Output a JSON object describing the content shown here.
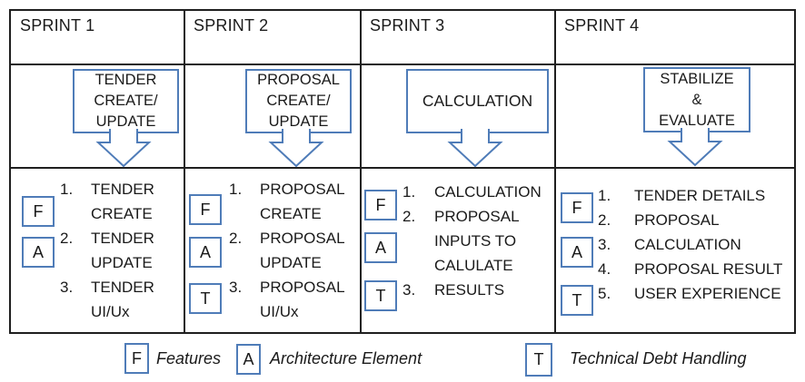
{
  "colors": {
    "accent_blue": "#4f7cb8",
    "line_black": "#1f1f1f"
  },
  "sprints": [
    {
      "title": "SPRINT 1",
      "callout": "TENDER\nCREATE/\nUPDATE",
      "badges": [
        "F",
        "A"
      ],
      "items": [
        {
          "num": "1.",
          "text": "TENDER\nCREATE"
        },
        {
          "num": "2.",
          "text": "TENDER\nUPDATE"
        },
        {
          "num": "3.",
          "text": "TENDER\nUI/Ux"
        }
      ]
    },
    {
      "title": "SPRINT 2",
      "callout": "PROPOSAL\nCREATE/\nUPDATE",
      "badges": [
        "F",
        "A",
        "T"
      ],
      "items": [
        {
          "num": "1.",
          "text": "PROPOSAL\nCREATE"
        },
        {
          "num": "2.",
          "text": "PROPOSAL\nUPDATE"
        },
        {
          "num": "3.",
          "text": "PROPOSAL\nUI/Ux"
        }
      ]
    },
    {
      "title": "SPRINT 3",
      "callout": "CALCULATION",
      "badges": [
        "F",
        "A",
        "T"
      ],
      "items": [
        {
          "num": "1.",
          "text": "CALCULATION"
        },
        {
          "num": "2.",
          "text": "PROPOSAL\nINPUTS TO\nCALULATE"
        },
        {
          "num": "3.",
          "text": "RESULTS"
        }
      ]
    },
    {
      "title": "SPRINT 4",
      "callout": "STABILIZE\n&\nEVALUATE",
      "badges": [
        "F",
        "A",
        "T"
      ],
      "items": [
        {
          "num": "1.",
          "text": "TENDER DETAILS"
        },
        {
          "num": "2.",
          "text": "PROPOSAL"
        },
        {
          "num": "3.",
          "text": "CALCULATION"
        },
        {
          "num": "4.",
          "text": "PROPOSAL RESULT"
        },
        {
          "num": "5.",
          "text": "USER EXPERIENCE"
        }
      ]
    }
  ],
  "legend": {
    "features_symbol": "F",
    "features_label": "Features",
    "architecture_symbol": "A",
    "architecture_label": "Architecture Element",
    "techdebt_symbol": "T",
    "techdebt_label": "Technical Debt Handling"
  }
}
